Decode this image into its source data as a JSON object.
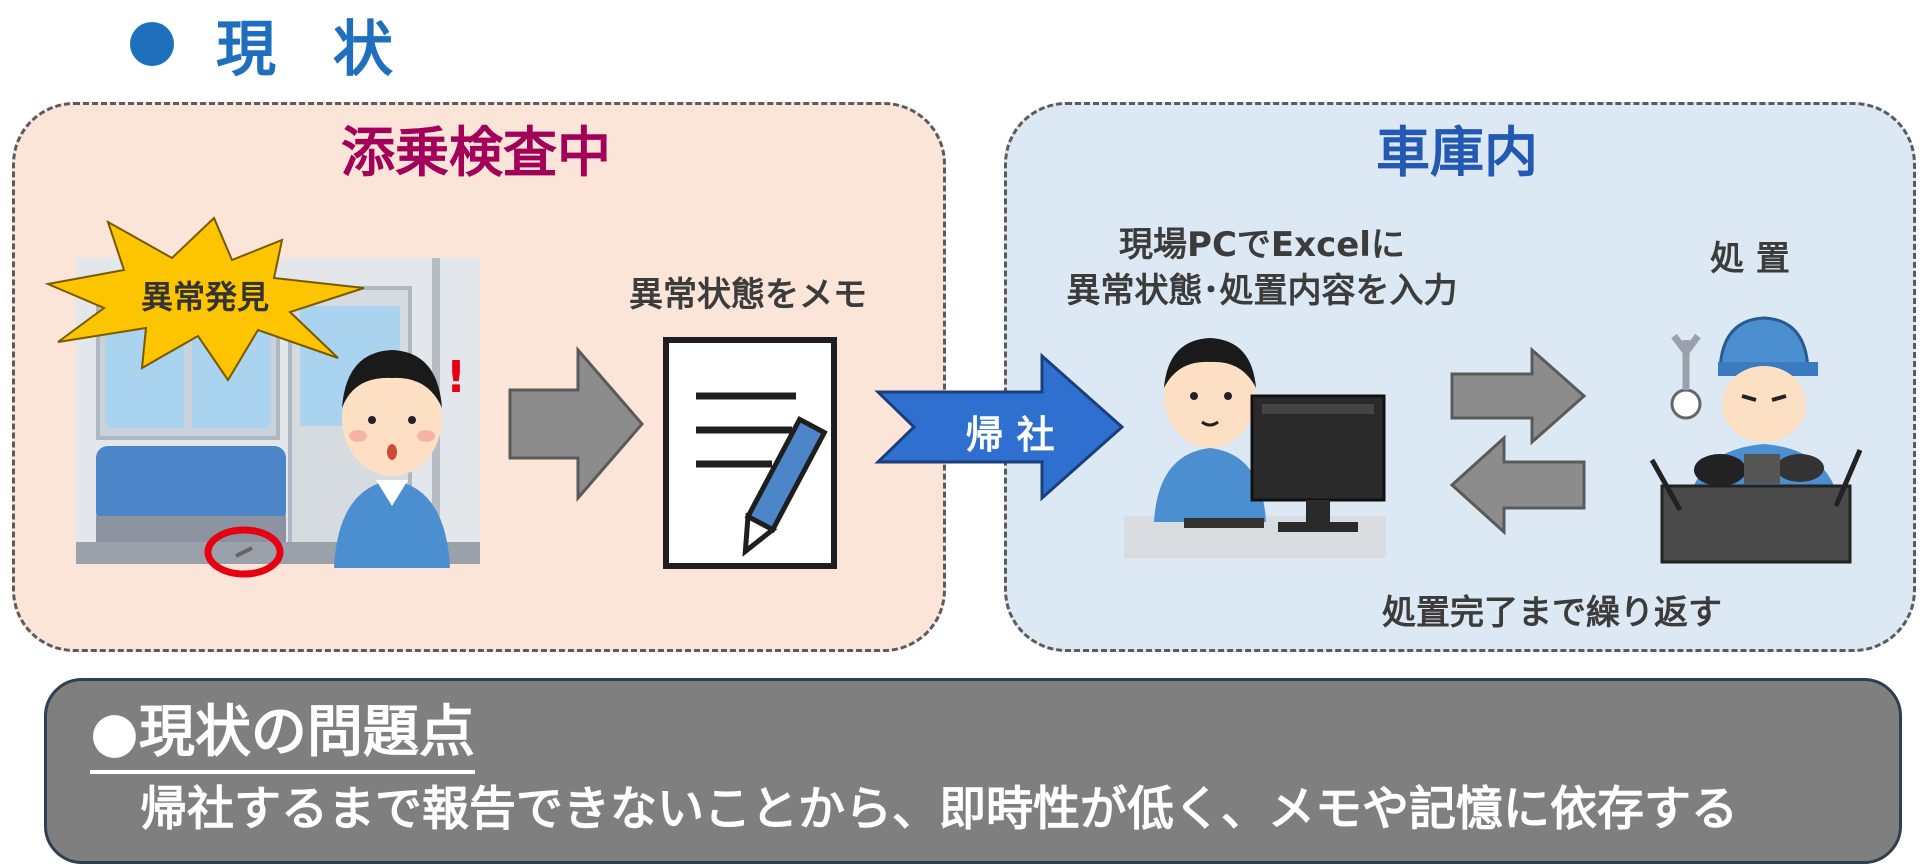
{
  "title": {
    "marker": "●",
    "text": "現 状"
  },
  "left_panel": {
    "title": "添乗検査中",
    "burst_label": "異常発見",
    "memo_label": "異常状態をメモ"
  },
  "transfer_arrow_label": "帰 社",
  "right_panel": {
    "title": "車庫内",
    "input_label_line1": "現場PCでExcelに",
    "input_label_line2": "異常状態･処置内容を入力",
    "treatment_label": "処 置",
    "repeat_label": "処置完了まで繰り返す"
  },
  "problem": {
    "title": "●現状の問題点",
    "text": "帰社するまで報告できないことから、即時性が低く、メモや記憶に依存する"
  },
  "colors": {
    "title_blue": "#1f6fbf",
    "left_panel_bg": "#fbe5d9",
    "right_panel_bg": "#dce9f5",
    "left_title": "#a3005a",
    "right_title": "#2459b3",
    "arrow_gray": "#8c8c8c",
    "transfer_arrow": "#2f6fcf",
    "problem_bg": "#7f7f7f"
  }
}
